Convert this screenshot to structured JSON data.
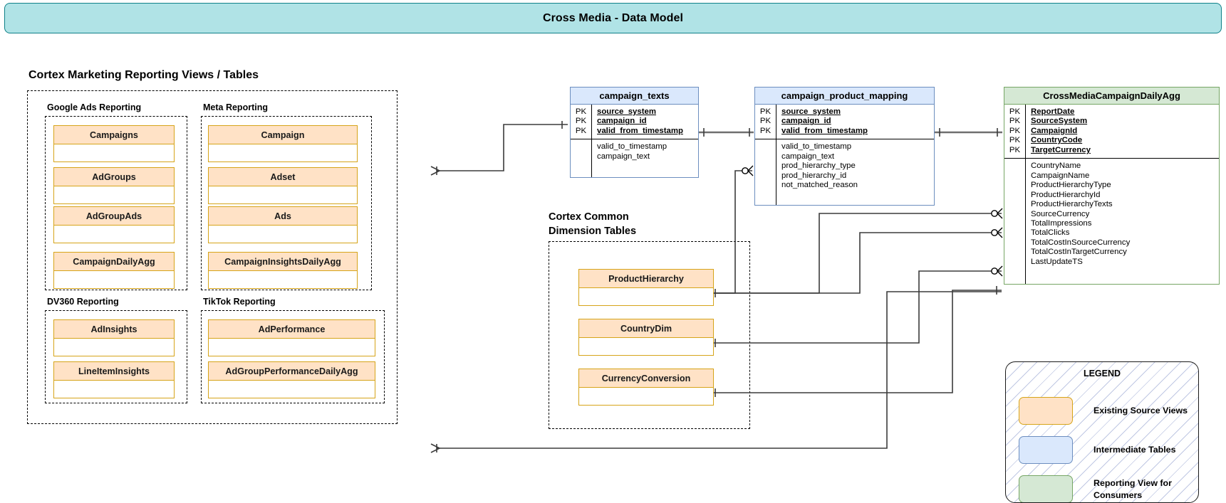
{
  "header": {
    "title": "Cross Media - Data Model"
  },
  "sections": {
    "marketing_reporting_title": "Cortex Marketing Reporting Views / Tables",
    "common_dimension_title": "Cortex Common\nDimension Tables"
  },
  "groups": [
    {
      "label": "Google Ads Reporting",
      "entities": [
        "Campaigns",
        "AdGroups",
        "AdGroupAds",
        "CampaignDailyAgg"
      ]
    },
    {
      "label": "Meta Reporting",
      "entities": [
        "Campaign",
        "Adset",
        "Ads",
        "CampaignInsightsDailyAgg"
      ]
    },
    {
      "label": "DV360 Reporting",
      "entities": [
        "AdInsights",
        "LineItemInsights"
      ]
    },
    {
      "label": "TikTok Reporting",
      "entities": [
        "AdPerformance",
        "AdGroupPerformanceDailyAgg"
      ]
    }
  ],
  "dimension_entities": [
    "ProductHierarchy",
    "CountryDim",
    "CurrencyConversion"
  ],
  "tables": [
    {
      "name": "campaign_texts",
      "kind": "intermediate",
      "pk_marks": [
        "PK",
        "PK",
        "PK"
      ],
      "pk_columns": [
        "source_system",
        "campaign_id",
        "valid_from_timestamp"
      ],
      "attributes": [
        "valid_to_timestamp",
        "campaign_text"
      ]
    },
    {
      "name": "campaign_product_mapping",
      "kind": "intermediate",
      "pk_marks": [
        "PK",
        "PK",
        "PK"
      ],
      "pk_columns": [
        "source_system",
        "campaign_id",
        "valid_from_timestamp"
      ],
      "attributes": [
        "valid_to_timestamp",
        "campaign_text",
        "prod_hierarchy_type",
        "prod_hierarchy_id",
        "not_matched_reason"
      ]
    },
    {
      "name": "CrossMediaCampaignDailyAgg",
      "kind": "reporting",
      "pk_marks": [
        "PK",
        "PK",
        "PK",
        "PK",
        "PK"
      ],
      "pk_columns": [
        "ReportDate",
        "SourceSystem",
        "CampaignId",
        "CountryCode",
        "TargetCurrency"
      ],
      "attributes": [
        "CountryName",
        "CampaignName",
        "ProductHierarchyType",
        "ProductHierarchyId",
        "ProductHierarchyTexts",
        "SourceCurrency",
        "TotalImpressions",
        "TotalClicks",
        "TotalCostInSourceCurrency",
        "TotalCostInTargetCurrency",
        "LastUpdateTS"
      ]
    }
  ],
  "legend": {
    "title": "LEGEND",
    "items": [
      {
        "swatch": "orange",
        "label": "Existing Source Views"
      },
      {
        "swatch": "blue",
        "label": "Intermediate Tables"
      },
      {
        "swatch": "green",
        "label": "Reporting View for Consumers"
      }
    ]
  },
  "colors": {
    "banner_fill": "#b0e3e6",
    "banner_stroke": "#0e8088",
    "source_fill": "#ffe2c6",
    "source_stroke": "#d6a419",
    "intermediate_fill": "#dae8fc",
    "intermediate_stroke": "#6c8ebf",
    "reporting_fill": "#d5e8d4",
    "reporting_stroke": "#76a665"
  }
}
